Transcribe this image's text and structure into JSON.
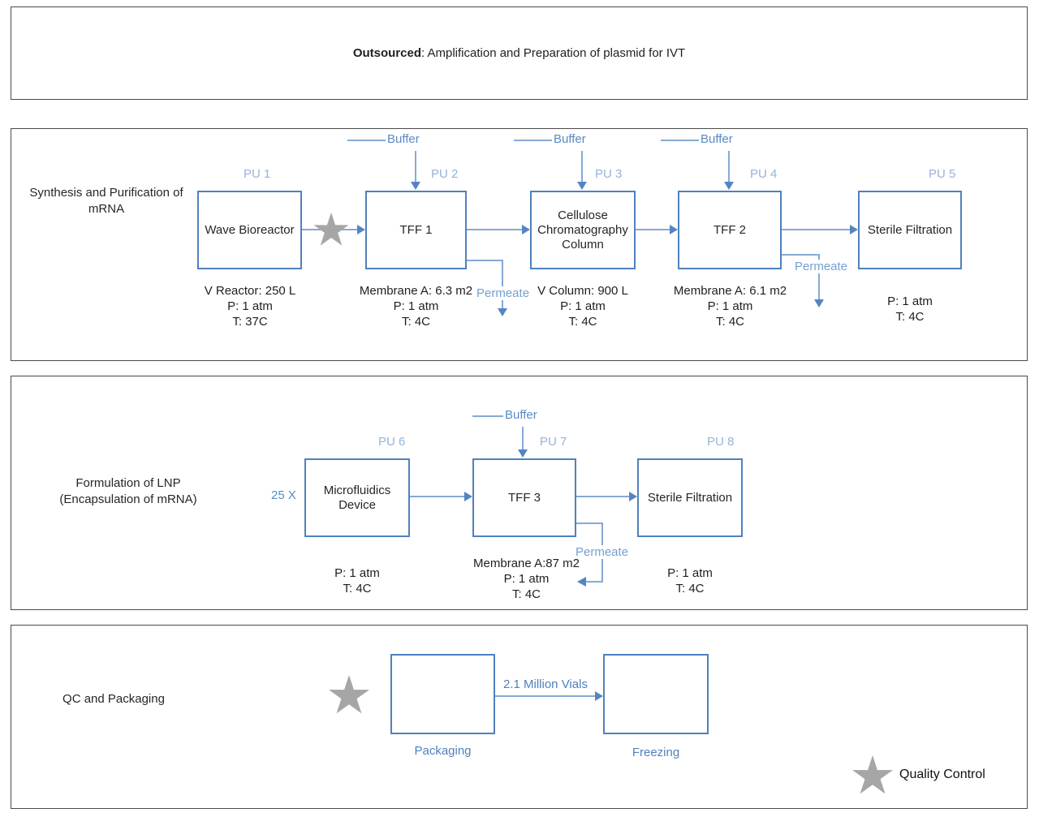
{
  "outsourced": {
    "bold": "Outsourced",
    "rest": ": Amplification and Preparation of plasmid for IVT"
  },
  "synthesis": {
    "label_line1": "Synthesis and Purification of",
    "label_line2": "mRNA",
    "buffer_labels": [
      "Buffer",
      "Buffer",
      "Buffer"
    ],
    "units": [
      {
        "pu": "PU 1",
        "name": "Wave Bioreactor",
        "specs": [
          "V Reactor: 250 L",
          "P: 1 atm",
          "T: 37C"
        ]
      },
      {
        "pu": "PU 2",
        "name": "TFF 1",
        "specs": [
          "Membrane A: 6.3 m2",
          "P: 1 atm",
          "T: 4C"
        ],
        "permeate": "Permeate"
      },
      {
        "pu": "PU 3",
        "name": "Cellulose Chromatography Column",
        "specs": [
          "V Column: 900 L",
          "P: 1 atm",
          "T: 4C"
        ]
      },
      {
        "pu": "PU 4",
        "name": "TFF 2",
        "specs": [
          "Membrane A: 6.1 m2",
          "P: 1 atm",
          "T: 4C"
        ],
        "permeate": "Permeate"
      },
      {
        "pu": "PU 5",
        "name": "Sterile Filtration",
        "specs": [
          "P: 1 atm",
          "T: 4C"
        ]
      }
    ]
  },
  "formulation": {
    "label_line1": "Formulation of LNP",
    "label_line2": "(Encapsulation of mRNA)",
    "multiplier": "25 X",
    "buffer_label": "Buffer",
    "units": [
      {
        "pu": "PU 6",
        "name": "Microfluidics Device",
        "specs": [
          "P: 1 atm",
          "T: 4C"
        ]
      },
      {
        "pu": "PU 7",
        "name": "TFF 3",
        "specs": [
          "Membrane A:87 m2",
          "P: 1 atm",
          "T: 4C"
        ],
        "permeate": "Permeate"
      },
      {
        "pu": "PU 8",
        "name": "Sterile Filtration",
        "specs": [
          "P: 1 atm",
          "T: 4C"
        ]
      }
    ]
  },
  "qc": {
    "label": "QC and Packaging",
    "flow_label": "2.1 Million Vials",
    "steps": [
      {
        "name": "Packaging"
      },
      {
        "name": "Freezing"
      }
    ],
    "legend_label": "Quality Control"
  },
  "colors": {
    "box_border": "#4f81bd",
    "flow_line": "#85aad6",
    "arrowhead": "#5585c0",
    "pu_label": "#95b3d7",
    "blue_text": "#4f81bd",
    "star": "#a6a6a6",
    "section_border": "#4a4a4a"
  }
}
